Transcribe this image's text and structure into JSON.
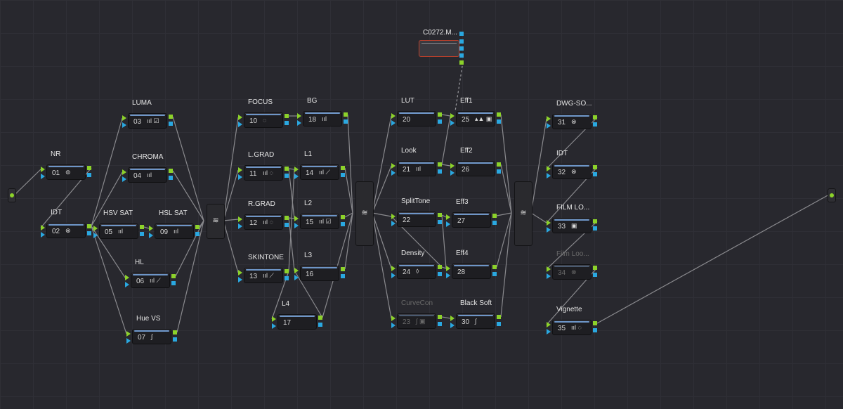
{
  "colors": {
    "background": "#28282e",
    "rgb_port": "#8cd22a",
    "key_port": "#2aa8e0",
    "node_bar": "#6e96c8",
    "media_border": "#c0402a"
  },
  "media_node": {
    "label": "C0272.M..."
  },
  "nodes": [
    {
      "id": "nr",
      "label": "NR",
      "num": "01",
      "icons": "noise-icon"
    },
    {
      "id": "idt1",
      "label": "IDT",
      "num": "02",
      "icons": "ofx-icon"
    },
    {
      "id": "luma",
      "label": "LUMA",
      "num": "03",
      "icons": "bars-check-icon"
    },
    {
      "id": "chroma",
      "label": "CHROMA",
      "num": "04",
      "icons": "bars-icon"
    },
    {
      "id": "hsvsat",
      "label": "HSV SAT",
      "num": "05",
      "icons": "bars-icon"
    },
    {
      "id": "hl",
      "label": "HL",
      "num": "06",
      "icons": "bars-picker-icon"
    },
    {
      "id": "huevs",
      "label": "Hue VS",
      "num": "07",
      "icons": "curve-icon"
    },
    {
      "id": "hslsat",
      "label": "HSL SAT",
      "num": "09",
      "icons": "bars-icon"
    },
    {
      "id": "focus",
      "label": "FOCUS",
      "num": "10",
      "icons": "window-icon"
    },
    {
      "id": "lgrad",
      "label": "L.GRAD",
      "num": "11",
      "icons": "bars-window-icon"
    },
    {
      "id": "rgrad",
      "label": "R.GRAD",
      "num": "12",
      "icons": "bars-window-icon"
    },
    {
      "id": "skintone",
      "label": "SKINTONE",
      "num": "13",
      "icons": "bars-picker-icon"
    },
    {
      "id": "l1",
      "label": "L1",
      "num": "14",
      "icons": "bars-picker-icon"
    },
    {
      "id": "l2",
      "label": "L2",
      "num": "15",
      "icons": "bars-check-icon"
    },
    {
      "id": "l3",
      "label": "L3",
      "num": "16",
      "icons": ""
    },
    {
      "id": "l4",
      "label": "L4",
      "num": "17",
      "icons": ""
    },
    {
      "id": "bg",
      "label": "BG",
      "num": "18",
      "icons": "bars-icon"
    },
    {
      "id": "lut",
      "label": "LUT",
      "num": "20",
      "icons": ""
    },
    {
      "id": "look",
      "label": "Look",
      "num": "21",
      "icons": "bars-icon"
    },
    {
      "id": "splittone",
      "label": "SplitTone",
      "num": "22",
      "icons": ""
    },
    {
      "id": "curvecon",
      "label": "CurveCon",
      "num": "23",
      "icons": "curve-camera-icon",
      "disabled": true
    },
    {
      "id": "density",
      "label": "Density",
      "num": "24",
      "icons": "drop-icon"
    },
    {
      "id": "eff1",
      "label": "Eff1",
      "num": "25",
      "icons": "shapes-camera-icon"
    },
    {
      "id": "eff2",
      "label": "Eff2",
      "num": "26",
      "icons": ""
    },
    {
      "id": "eff3",
      "label": "Eff3",
      "num": "27",
      "icons": ""
    },
    {
      "id": "eff4",
      "label": "Eff4",
      "num": "28",
      "icons": ""
    },
    {
      "id": "blacksoft",
      "label": "Black Soft",
      "num": "30",
      "icons": "curve-icon"
    },
    {
      "id": "dwgso",
      "label": "DWG-SO...",
      "num": "31",
      "icons": "ofx-icon"
    },
    {
      "id": "idt2",
      "label": "IDT",
      "num": "32",
      "icons": "ofx-icon"
    },
    {
      "id": "filmlo",
      "label": "FILM LO...",
      "num": "33",
      "icons": "camera-icon"
    },
    {
      "id": "filmloo",
      "label": "Film Loo...",
      "num": "34",
      "icons": "ofx-icon",
      "disabled": true
    },
    {
      "id": "vignette",
      "label": "Vignette",
      "num": "35",
      "icons": "bars-window-icon"
    }
  ],
  "icon_glyphs": {
    "noise-icon": "⊜",
    "ofx-icon": "⊗",
    "bars-icon": "ııl",
    "bars-check-icon": "ııl ☑",
    "bars-picker-icon": "ııl ⟋",
    "curve-icon": "∫",
    "window-icon": "◌",
    "bars-window-icon": "ııl ◌",
    "curve-camera-icon": "∫ ▣",
    "drop-icon": "◊",
    "shapes-camera-icon": "▴▲ ▣",
    "camera-icon": "▣"
  },
  "edges": [
    [
      "src",
      "nr"
    ],
    [
      "nr",
      "idt1"
    ],
    [
      "idt1",
      "luma"
    ],
    [
      "idt1",
      "chroma"
    ],
    [
      "idt1",
      "hsvsat"
    ],
    [
      "idt1",
      "hl"
    ],
    [
      "idt1",
      "huevs"
    ],
    [
      "hsvsat",
      "hslsat"
    ],
    [
      "luma",
      "mix1"
    ],
    [
      "chroma",
      "mix1"
    ],
    [
      "hslsat",
      "mix1"
    ],
    [
      "hl",
      "mix1"
    ],
    [
      "huevs",
      "mix1"
    ],
    [
      "mix1",
      "focus"
    ],
    [
      "mix1",
      "lgrad"
    ],
    [
      "mix1",
      "rgrad"
    ],
    [
      "mix1",
      "skintone"
    ],
    [
      "focus",
      "bg"
    ],
    [
      "lgrad",
      "l1"
    ],
    [
      "lgrad",
      "l2"
    ],
    [
      "rgrad",
      "l2"
    ],
    [
      "rgrad",
      "l3"
    ],
    [
      "skintone",
      "l1"
    ],
    [
      "skintone",
      "l4"
    ],
    [
      "l4",
      "l3"
    ],
    [
      "bg",
      "mix2"
    ],
    [
      "l1",
      "mix2"
    ],
    [
      "l2",
      "mix2"
    ],
    [
      "l3",
      "mix2"
    ],
    [
      "l4",
      "mix2"
    ],
    [
      "mix2",
      "lut"
    ],
    [
      "mix2",
      "look"
    ],
    [
      "mix2",
      "splittone"
    ],
    [
      "mix2",
      "density"
    ],
    [
      "mix2",
      "curvecon"
    ],
    [
      "lut",
      "eff1"
    ],
    [
      "look",
      "eff2"
    ],
    [
      "look",
      "eff1"
    ],
    [
      "splittone",
      "eff3"
    ],
    [
      "density",
      "eff4"
    ],
    [
      "density",
      "splittone"
    ],
    [
      "curvecon",
      "blacksoft"
    ],
    [
      "eff1",
      "mix3"
    ],
    [
      "eff2",
      "mix3"
    ],
    [
      "eff3",
      "mix3"
    ],
    [
      "eff4",
      "mix3"
    ],
    [
      "blacksoft",
      "mix3"
    ],
    [
      "splittone",
      "eff4"
    ],
    [
      "mix3",
      "dwgso"
    ],
    [
      "mix3",
      "filmlo"
    ],
    [
      "dwgso",
      "idt2"
    ],
    [
      "idt2",
      "filmlo"
    ],
    [
      "filmlo",
      "filmloo"
    ],
    [
      "filmloo",
      "vignette"
    ],
    [
      "vignette",
      "out"
    ]
  ]
}
